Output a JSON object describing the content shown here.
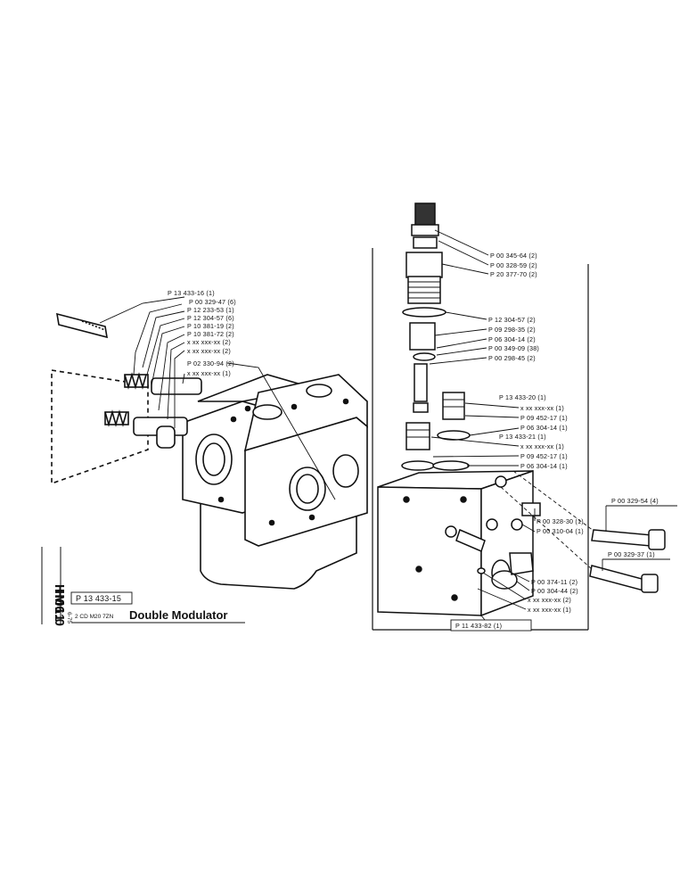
{
  "left_assembly": {
    "labels": [
      "P 13 433-16 (1)",
      "P 00 329-47 (6)",
      "P 12 233-53 (1)",
      "P 12 304-57 (6)",
      "P 10 381-19 (2)",
      "P 10 381-72 (2)",
      "x xx xxx-xx (2)",
      "x xx xxx-xx (2)",
      "P 02 330-94 (2)",
      "x xx xxx-xx (1)"
    ]
  },
  "right_assembly": {
    "labels_top": [
      "P 00 345-64 (2)",
      "P 00 328-59 (2)",
      "P 20 377-70 (2)",
      "P 12 304-57 (2)",
      "P 09 298-35 (2)",
      "P 06 304-14 (2)",
      "P 00 349-09 (38)",
      "P 00 298-45 (2)"
    ],
    "group1_title": "P 13 433-20 (1)",
    "group1": [
      "x xx xxx-xx (1)",
      "P 09 452-17 (1)",
      "P 06 304-14 (1)"
    ],
    "group2_title": "P 13 433-21 (1)",
    "group2": [
      "x xx xxx-xx (1)",
      "P 09 452-17 (1)",
      "P 06 304-14 (1)"
    ],
    "labels_mid": [
      "P 00 328-30 (1)",
      "P 00 310-04 (1)"
    ],
    "labels_bottom": [
      "P 00 374-11 (2)",
      "P 00 304-44 (2)",
      "x xx xxx-xx (2)",
      "x xx xxx-xx (1)"
    ],
    "bolt1": "P 00 329-54 (4)",
    "bolt2": "P 00 329-37 (1)",
    "base_part": "P 11 433-82 (1)"
  },
  "title_block": {
    "part_number": "P 13 433-15",
    "model_code": "2 CD M20 7ZN",
    "title": "Double Modulator",
    "side_code_1": "HM61",
    "side_code_2": "H01.0",
    "side_date": "6-75"
  }
}
